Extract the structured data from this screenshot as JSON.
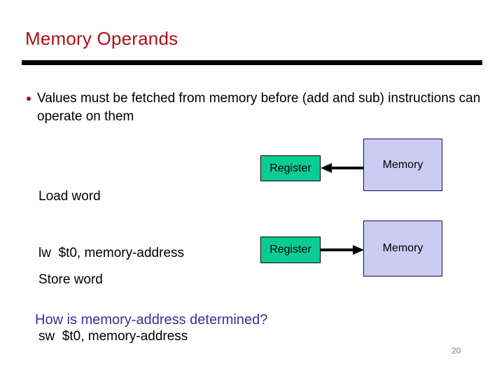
{
  "slide": {
    "title": "Memory Operands",
    "number": "20",
    "background_color": "#fefefe",
    "title_color": "#a81219",
    "divider_color": "#000000"
  },
  "bullet": {
    "marker": "bullet-dot",
    "marker_color": "#9e1017",
    "text": "Values must be fetched from memory before (add and sub) instructions can operate on them"
  },
  "diagram": {
    "register_color": "#0ccc96",
    "memory_color": "#cbcbf4",
    "memory_border_color": "#10104a",
    "rows": [
      {
        "name": "load-word",
        "instruction_line1": "Load word",
        "instruction_line2": "lw  $t0, memory-address",
        "register_label": "Register",
        "memory_label": "Memory",
        "arrow_direction": "left",
        "arrow_icon": "arrow-left-icon"
      },
      {
        "name": "store-word",
        "instruction_line1": "Store word",
        "instruction_line2": "sw  $t0, memory-address",
        "register_label": "Register",
        "memory_label": "Memory",
        "arrow_direction": "right",
        "arrow_icon": "arrow-right-icon"
      }
    ]
  },
  "footer": {
    "question": "How is memory-address determined?",
    "question_color": "#333399"
  }
}
